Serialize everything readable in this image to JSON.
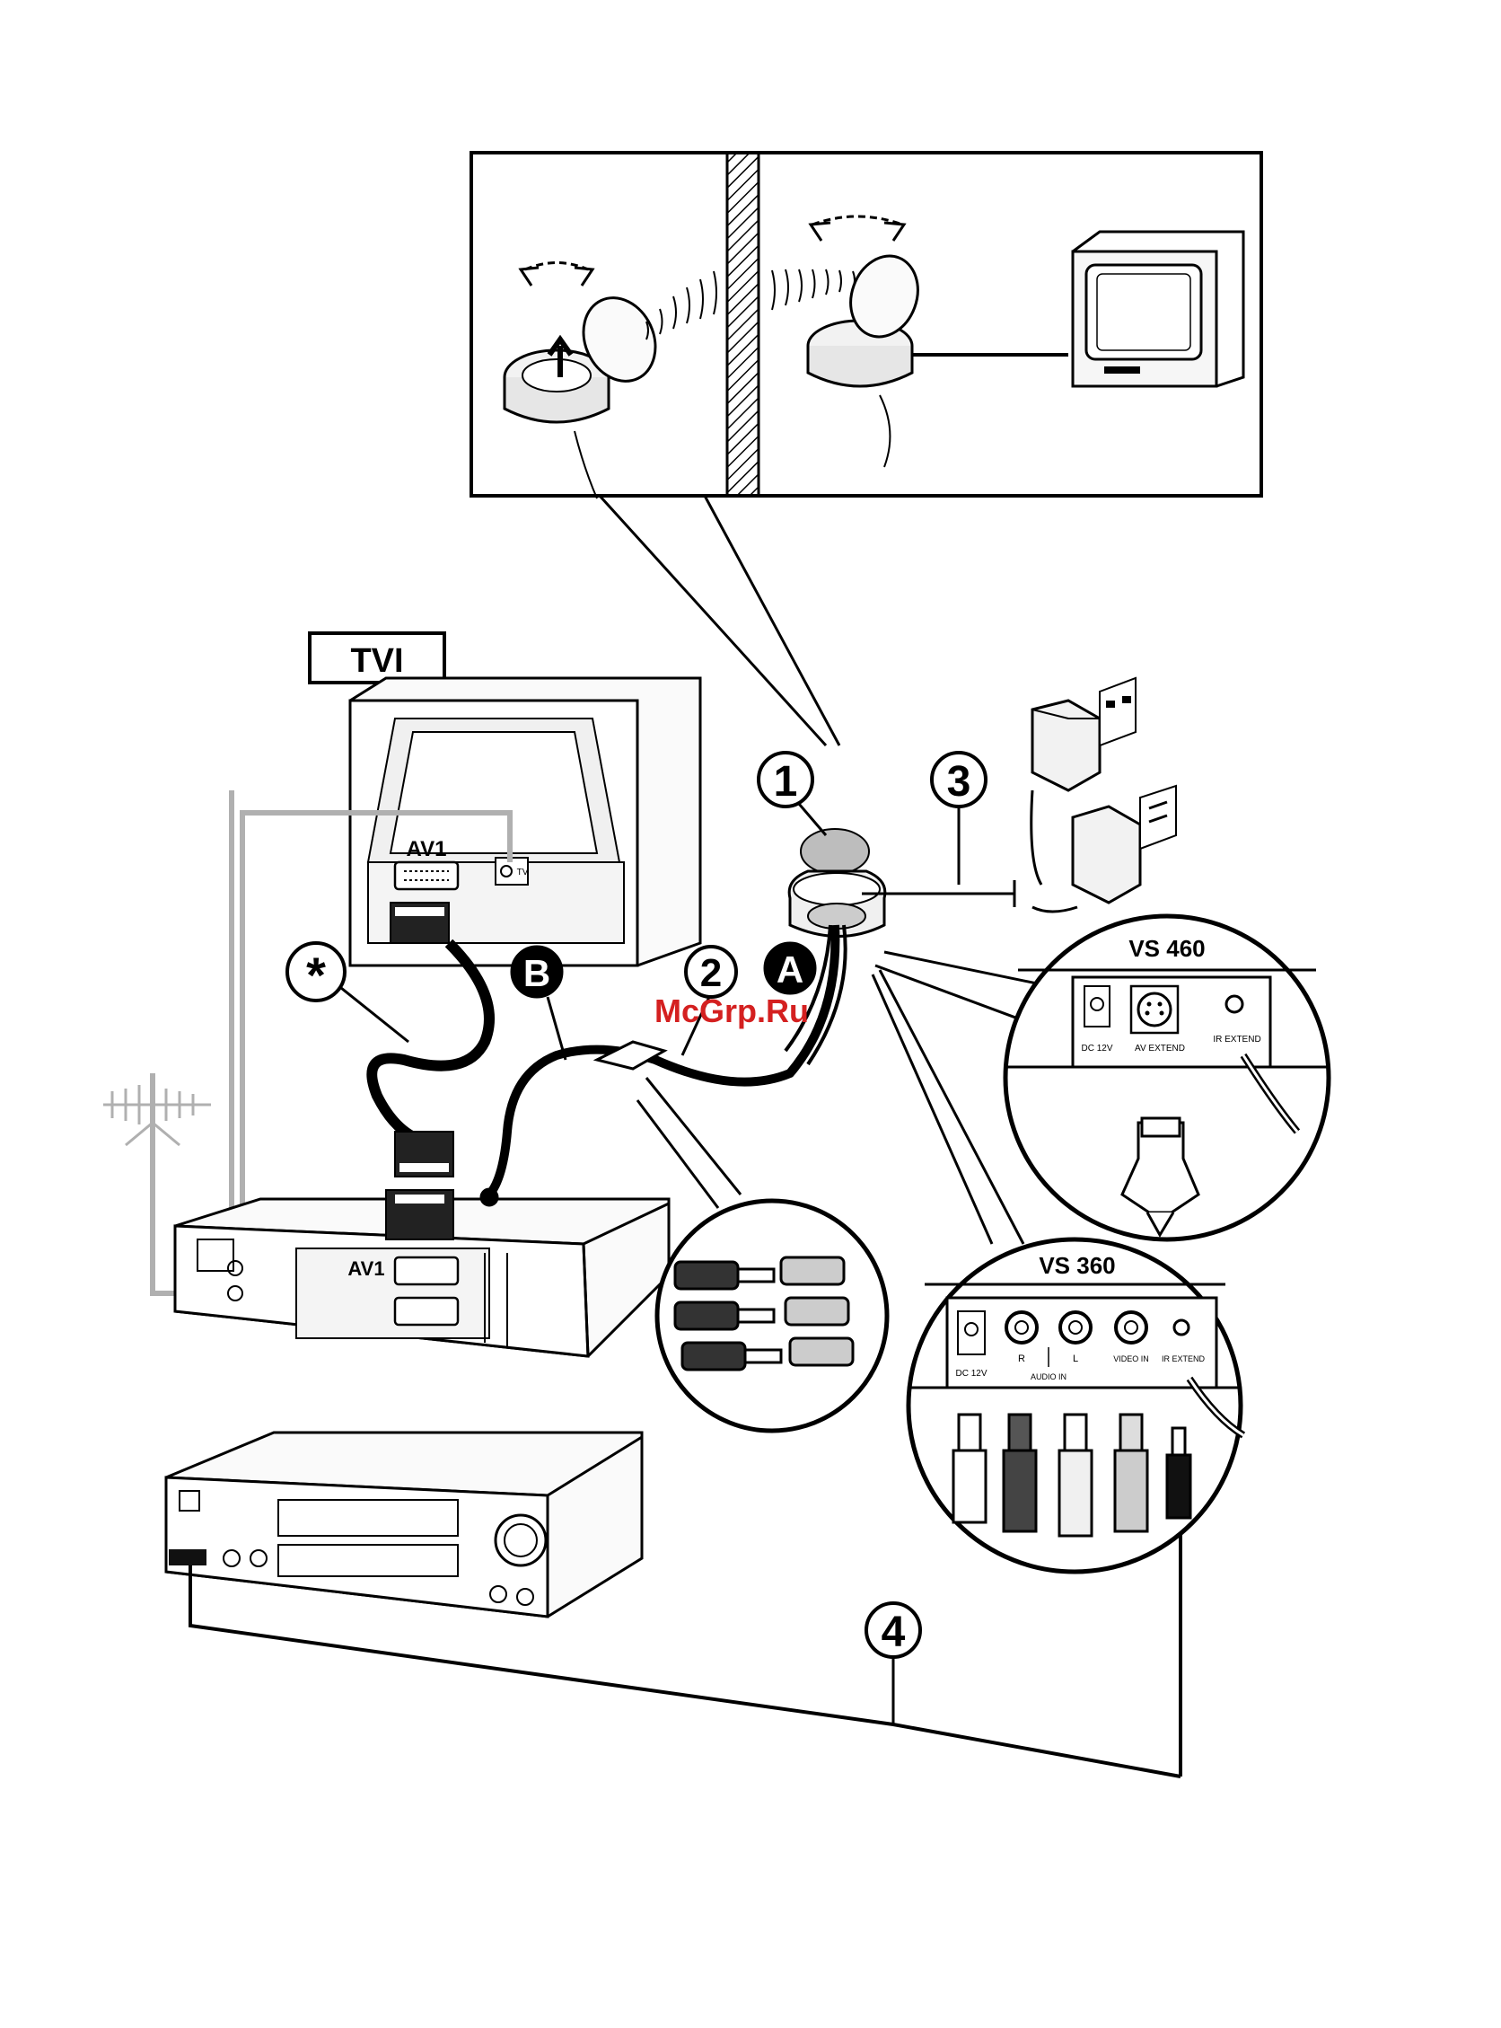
{
  "labels": {
    "tv": "TVI",
    "av1_tv": "AV1",
    "av1_vcr": "AV1",
    "tv_antenna_jack": "TV",
    "callout_1": "1",
    "callout_2": "2",
    "callout_3": "3",
    "callout_4": "4",
    "callout_a": "A",
    "callout_b": "B",
    "callout_star": "*",
    "watermark": "McGrp.Ru"
  },
  "vs460": {
    "title": "VS 460",
    "dc": "DC 12V",
    "av_extend": "AV EXTEND",
    "ir_extend": "IR EXTEND"
  },
  "vs360": {
    "title": "VS 360",
    "dc": "DC 12V",
    "r": "R",
    "l": "L",
    "audio_in": "AUDIO IN",
    "video_in": "VIDEO IN",
    "ir_extend": "IR EXTEND"
  },
  "colors": {
    "line": "#000000",
    "gray_cable": "#b0b0b0",
    "watermark": "#d42020",
    "device_fill": "#f4f4f4"
  }
}
